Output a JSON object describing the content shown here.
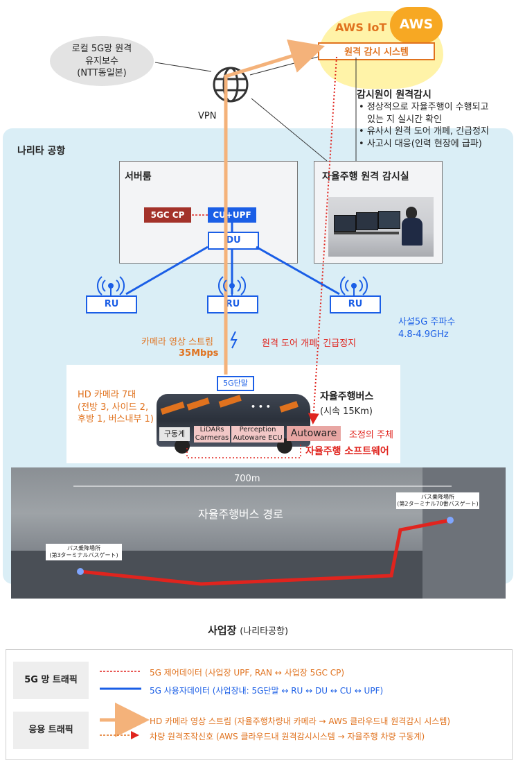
{
  "cloud": {
    "aws_iot": "AWS IoT",
    "aws_logo": "AWS",
    "monitor_system": "원격 감시 시스템"
  },
  "maintenance": {
    "line1": "로컬 5G망 원격",
    "line2": "유지보수",
    "line3": "(NTT동일본)"
  },
  "vpn_label": "VPN",
  "operator": {
    "title": "감시원이 원격감시",
    "bullets": [
      "정상적으로 자율주행이 수행되고",
      "있는 지 실시간 확인",
      "유사시 원격 도어 개폐, 긴급정지",
      "사고시 대응(인력 현장에 급파)"
    ]
  },
  "site": {
    "airport_label": "나리타 공항",
    "server_room": "서버룸",
    "gc_cp": "5GC CP",
    "cu_upf": "CU+UPF",
    "du": "DU",
    "ru": [
      "RU",
      "RU",
      "RU"
    ],
    "remote_room": "자율주행 원격 감시실",
    "freq_line1": "사설5G 주파수",
    "freq_line2": "4.8-4.9GHz",
    "camera_stream": "카메라 영상 스트림",
    "bandwidth": "35Mbps",
    "remote_control": "원격 도어 개폐, 긴급정지"
  },
  "bus": {
    "terminal": "5G단말",
    "camera_line1": "HD 카메라 7대",
    "camera_line2": "(전방 3, 사이드 2,",
    "camera_line3": "후방 1, 버스내부 1)",
    "title": "자율주행버스",
    "speed": "(시속 15Km)",
    "drive": "구동계",
    "lidars": "LiDARs",
    "cameras": "Carmeras",
    "perception": "Perception ECU",
    "autoware_ecu": "Autoware ECU",
    "autoware": "Autoware",
    "control_subject": "조정의 주체",
    "software": "자율주행 소프트웨어",
    "dots": "• • •"
  },
  "route": {
    "distance": "700m",
    "label": "자율주행버스 경로",
    "stop_left_line1": "バス乗降場所",
    "stop_left_line2": "(第3ターミナルバスゲート)",
    "stop_right_line1": "バス乗降場所",
    "stop_right_line2": "(第2ターミナル70番バスゲート)"
  },
  "caption": {
    "main": "사업장",
    "sub": "(나리타공항)"
  },
  "legend": {
    "net_label": "5G 망 트래픽",
    "app_label": "응용 트래픽",
    "control": "5G 제어데이터 (사업장 UPF, RAN ↔ 사업장 5GC CP)",
    "user": "5G 사용자데이터 (사업장내: 5G단말 ↔ RU ↔ DU ↔ CU ↔ UPF)",
    "video": "HD 카메라 영상 스트림 (자율주행차량내 카메라 → AWS 클라우드내 원격감시 시스템)",
    "remote": "차량 원격조작신호 (AWS 클라우드내 원격감시시스템 → 자율주행 차량 구동계)"
  },
  "colors": {
    "orange": "#e0721e",
    "red": "#e0241e",
    "blue": "#1a5ee6",
    "aws_yellow": "#fff3a8",
    "aws_orange": "#f7a823",
    "gc_cp": "#a3322a",
    "site_bg": "#daeef6"
  }
}
